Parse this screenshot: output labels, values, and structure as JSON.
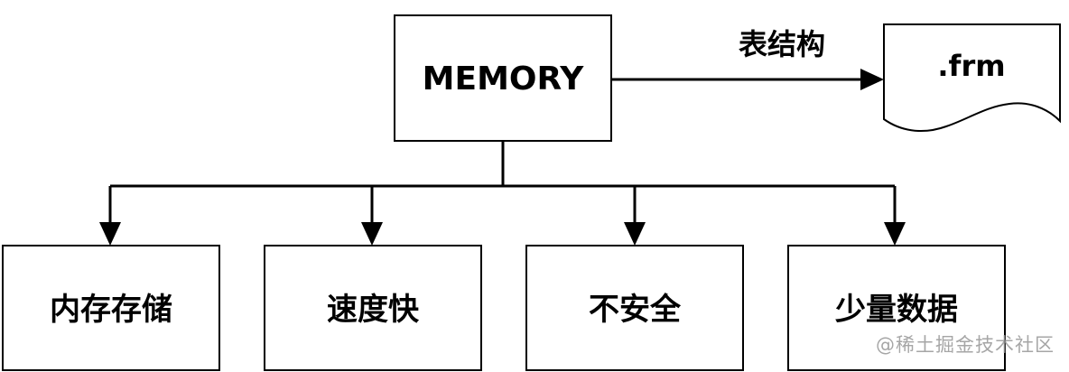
{
  "root": {
    "label": "MEMORY"
  },
  "edge": {
    "label": "表结构"
  },
  "file": {
    "label": ".frm"
  },
  "children": [
    {
      "label": "内存存储"
    },
    {
      "label": "速度快"
    },
    {
      "label": "不安全"
    },
    {
      "label": "少量数据"
    }
  ],
  "watermark": {
    "text": "@稀土掘金技术社区"
  },
  "colors": {
    "stroke": "#000000",
    "fill": "#ffffff",
    "watermark": "#969696"
  }
}
